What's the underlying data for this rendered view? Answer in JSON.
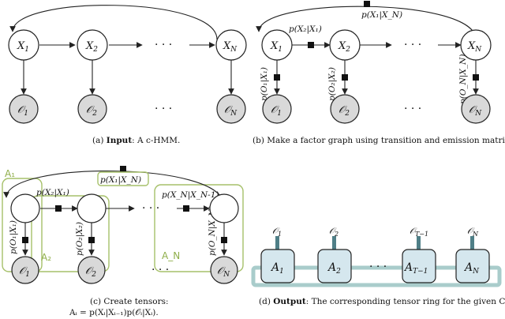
{
  "panel_a": {
    "x1": "X",
    "x1_sub": "1",
    "x2": "X",
    "x2_sub": "2",
    "xn": "X",
    "xn_sub": "N",
    "o1": "𝒪",
    "o1_sub": "1",
    "o2": "𝒪",
    "o2_sub": "2",
    "on": "𝒪",
    "on_sub": "N",
    "dots": "· · ·",
    "caption_prefix": "(a) ",
    "caption_bold": "Input",
    "caption_rest": ": A c-HMM."
  },
  "panel_b": {
    "x1": "X",
    "x1_sub": "1",
    "x2": "X",
    "x2_sub": "2",
    "xn": "X",
    "xn_sub": "N",
    "o1": "𝒪",
    "o1_sub": "1",
    "o2": "𝒪",
    "o2_sub": "2",
    "on": "𝒪",
    "on_sub": "N",
    "dots": "· · ·",
    "top_factor": "p(X₁|X_N)",
    "trans_factor": "p(X₂|X₁)",
    "emit1": "p(O₁|X₁)",
    "emit2": "p(O₂|X₂)",
    "emitn": "p(O_N|X_N)",
    "caption": "(b) Make a factor graph using transition and emission matrices."
  },
  "panel_c": {
    "a1": "A₁",
    "a2": "A₂",
    "an": "A_N",
    "top_factor": "p(X₁|X_N)",
    "trans1": "p(X₂|X₁)",
    "trans2": "p(X_N|X_N-1)",
    "emit1": "p(O₁|X₁)",
    "emit2": "p(O₂|X₂)",
    "emitn": "p(O_N|X_N)",
    "o1": "𝒪",
    "o1_sub": "1",
    "o2": "𝒪",
    "o2_sub": "2",
    "on": "𝒪",
    "on_sub": "N",
    "dots1": "· · ·",
    "dots2": "· · ·",
    "caption_line1": "(c) Create tensors:",
    "caption_line2": "Aᵢ = p(Xᵢ|Xᵢ₋₁)p(𝒪ᵢ|Xᵢ)."
  },
  "panel_d": {
    "c1": "A",
    "c1_sub": "1",
    "c2": "A",
    "c2_sub": "2",
    "ct": "A",
    "ct_sub": "T−1",
    "cn": "A",
    "cn_sub": "N",
    "o1": "𝒪",
    "o1_sub": "1",
    "o2": "𝒪",
    "o2_sub": "2",
    "ot": "𝒪",
    "ot_sub": "T−1",
    "on": "𝒪",
    "on_sub": "N",
    "dots": "· · ·",
    "caption_prefix": "(d) ",
    "caption_bold": "Output",
    "caption_rest": ": The corresponding tensor ring for the given CHMM."
  }
}
